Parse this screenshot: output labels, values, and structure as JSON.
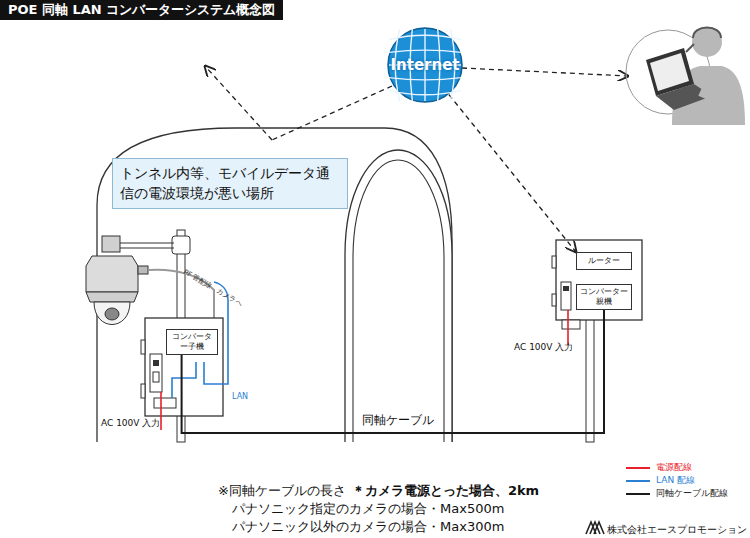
{
  "diagram": {
    "title": "POE 同軸 LAN コンバーターシステム概念図",
    "nodes": [
      {
        "text": [
          "Internet"
        ]
      },
      {
        "text": [
          "トンネル内等、モバイルデータ通信の電波環境が悪い場所"
        ]
      },
      {
        "text": [
          "コンバーター子機"
        ]
      },
      {
        "text": [
          "ルーター"
        ]
      },
      {
        "text": [
          "コンバーター親機"
        ]
      }
    ],
    "edges": [
      {
        "from": 0,
        "to": 3,
        "arrow": "to"
      },
      {
        "from": 2,
        "to": 4,
        "label": "同軸ケーブル",
        "arrow": "none"
      }
    ],
    "labels": [
      "PF 管配線　カメラへ",
      "LAN",
      "AC 100V 入力",
      "AC 100V 入力",
      "※同軸ケーブルの長さ",
      "＊カメラ電源とった場合、2km",
      "パナソニック指定のカメラの場合・Max500m",
      "パナソニック以外のカメラの場合・Max300m",
      "株式会社エースプロモーション"
    ],
    "legend": [
      {
        "text": "電源配線",
        "color": "#e8202a"
      },
      {
        "text": "LAN 配線",
        "color": "#2a7fd4"
      },
      {
        "text": "同軸ケーブル配線",
        "color": "#1a1a1a"
      }
    ]
  }
}
